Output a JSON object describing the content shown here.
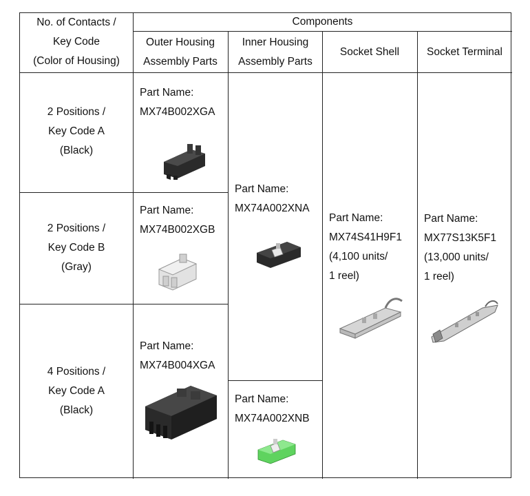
{
  "header": {
    "col1": [
      "No. of Contacts /",
      "Key Code",
      "(Color of Housing)"
    ],
    "components": "Components",
    "outer": [
      "Outer Housing",
      "Assembly Parts"
    ],
    "inner": [
      "Inner Housing",
      "Assembly Parts"
    ],
    "shell": "Socket Shell",
    "terminal": "Socket Terminal"
  },
  "rows": [
    {
      "key": [
        "2 Positions /",
        "Key Code A",
        "(Black)"
      ],
      "outer_label": "Part Name:",
      "outer_part": "MX74B002XGA",
      "outer_icon": "black-2-position-connector-icon"
    },
    {
      "key": [
        "2 Positions /",
        "Key Code B",
        "(Gray)"
      ],
      "outer_label": "Part Name:",
      "outer_part": "MX74B002XGB",
      "outer_icon": "gray-2-position-connector-icon"
    },
    {
      "key": [
        "4 Positions /",
        "Key Code A",
        "(Black)"
      ],
      "outer_label": "Part Name:",
      "outer_part": "MX74B004XGA",
      "outer_icon": "black-4-position-connector-icon"
    }
  ],
  "inner": [
    {
      "label": "Part Name:",
      "part": "MX74A002XNA",
      "icon": "black-inner-housing-icon"
    },
    {
      "label": "Part Name:",
      "part": "MX74A002XNB",
      "icon": "green-inner-housing-icon"
    }
  ],
  "shell": {
    "label": "Part Name:",
    "part": "MX74S41H9F1",
    "qty": "(4,100 units/",
    "reel": "1 reel)",
    "icon": "socket-shell-icon"
  },
  "terminal": {
    "label": "Part Name:",
    "part": "MX77S13K5F1",
    "qty": "(13,000 units/",
    "reel": "1 reel)",
    "icon": "socket-terminal-icon"
  },
  "colors": {
    "black_part": "#2a2a2a",
    "gray_part": "#d8d8d8",
    "green_part": "#5fd35f",
    "metal": "#c9c9c9",
    "rule": "#222222"
  }
}
